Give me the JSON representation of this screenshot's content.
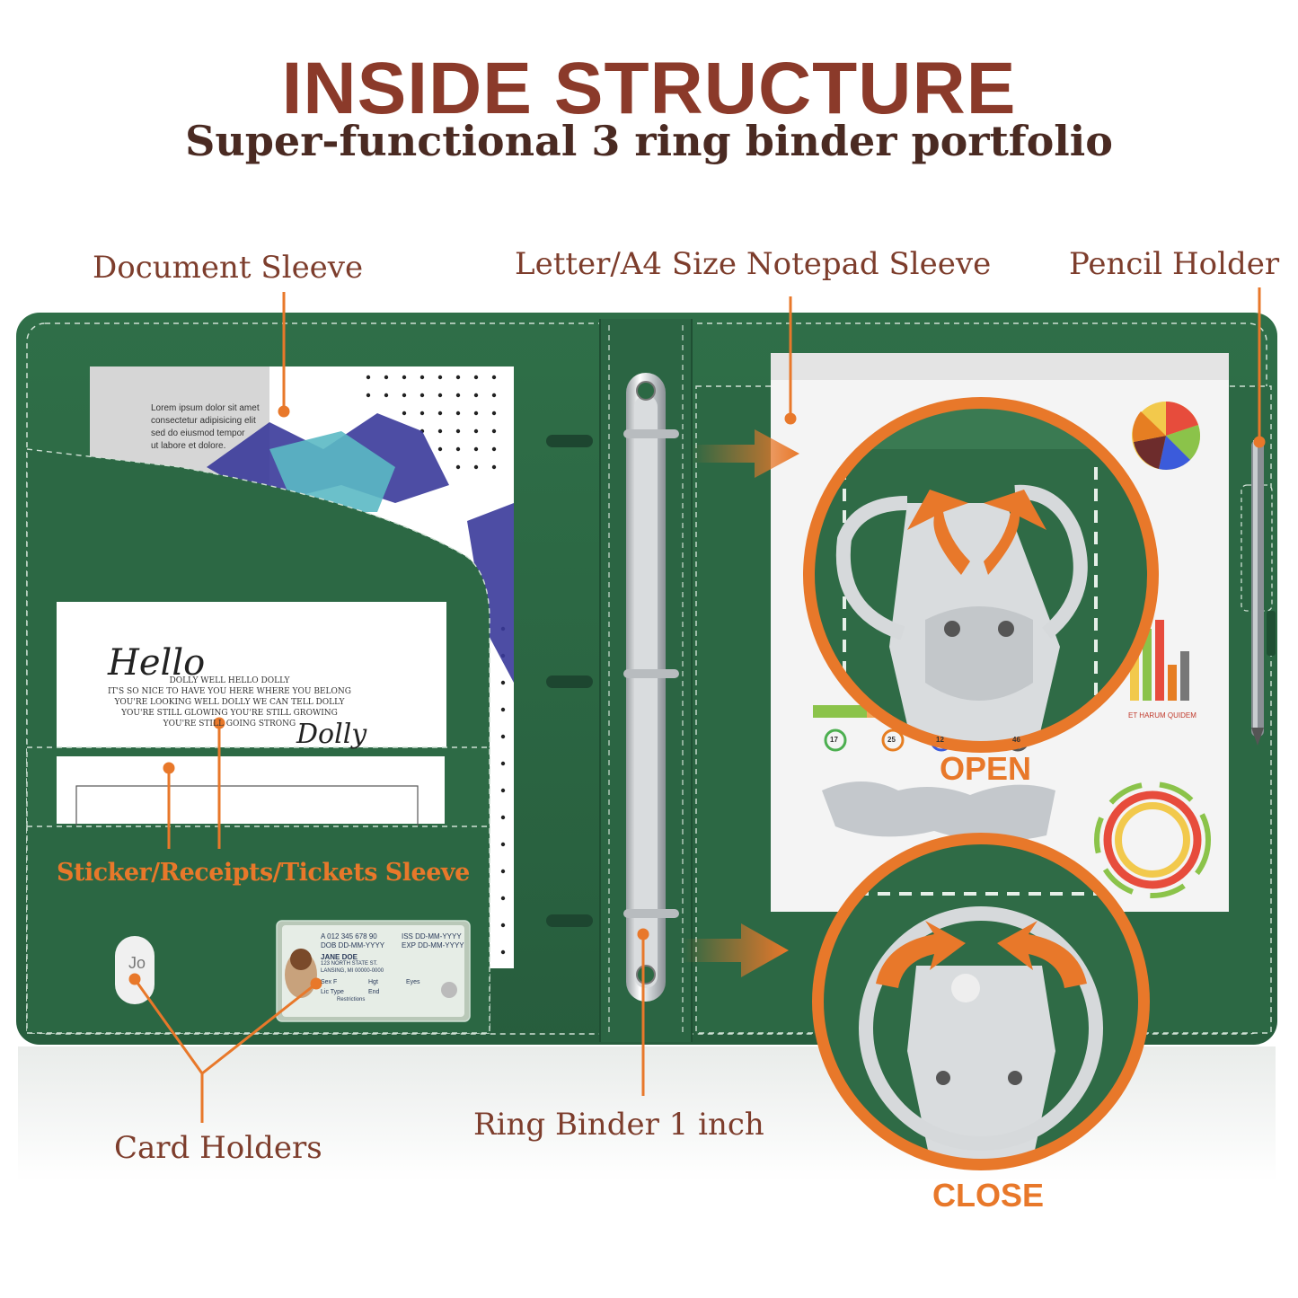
{
  "header": {
    "title": "INSIDE STRUCTURE",
    "subtitle": "Super-functional 3 ring binder portfolio"
  },
  "callouts": {
    "document_sleeve": "Document Sleeve",
    "notepad_sleeve": "Letter/A4 Size Notepad Sleeve",
    "pencil_holder": "Pencil Holder",
    "sticker_sleeve": "Sticker/Receipts/Tickets Sleeve",
    "card_holders": "Card Holders",
    "ring_binder": "Ring Binder 1 inch"
  },
  "rings": {
    "open_label": "OPEN",
    "close_label": "CLOSE"
  },
  "document_page": {
    "text": "Lorem ipsum dolor sit amet\nconsectetur adipisicing elit\nsed do eiusmod tempor\nut labore et dolore."
  },
  "hello_card": {
    "script": "Hello",
    "text": "DOLLY WELL HELLO DOLLY\nIT'S SO NICE TO HAVE YOU HERE WHERE YOU BELONG\nYOU'RE LOOKING WELL DOLLY WE CAN TELL DOLLY\nYOU'RE STILL GLOWING YOU'RE STILL GROWING\nYOU'RE STILL GOING STRONG",
    "signature": "Dolly"
  },
  "id_card": {
    "number": "A 012 345 678 90",
    "dob": "DOB DD-MM-YYYY",
    "iss": "ISS DD-MM-YYYY",
    "exp": "EXP DD-MM-YYYY",
    "name": "JANE DOE",
    "address1": "123 NORTH STATE ST.",
    "address2": "LANSING, MI 00000-0000",
    "sex": "Sex F",
    "hgt": "Hgt",
    "eyes": "Eyes",
    "lic_type": "Lic Type",
    "end": "End",
    "restrictions": "Restrictions"
  },
  "business_card": {
    "text": "Jo"
  },
  "infographic": {
    "badges": [
      "17",
      "25",
      "12",
      "46"
    ],
    "caption": "ET HARUM QUIDEM"
  },
  "colors": {
    "title": "#8b3a2a",
    "callout": "#7d3d2c",
    "accent": "#e8782a",
    "leather": "#2e6b45",
    "leather_dark": "#24573a"
  }
}
